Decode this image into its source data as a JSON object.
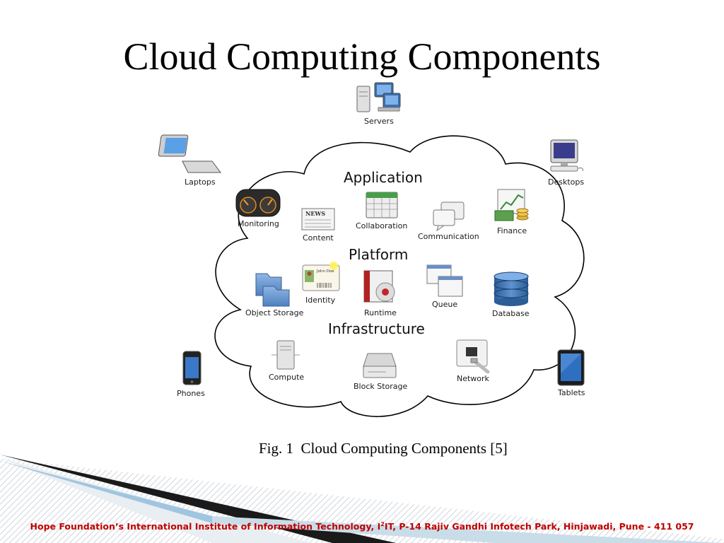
{
  "title": "Cloud Computing Components",
  "sections": {
    "application": "Application",
    "platform": "Platform",
    "infrastructure": "Infrastructure"
  },
  "devices": {
    "servers": "Servers",
    "laptops": "Laptops",
    "desktops": "Desktops",
    "phones": "Phones",
    "tablets": "Tablets"
  },
  "application_items": {
    "monitoring": "Monitoring",
    "content": "Content",
    "collaboration": "Collaboration",
    "communication": "Communication",
    "finance": "Finance"
  },
  "platform_items": {
    "object_storage": "Object Storage",
    "identity": "Identity",
    "identity_card_name": "John Doe",
    "runtime": "Runtime",
    "queue": "Queue",
    "database": "Database"
  },
  "infrastructure_items": {
    "compute": "Compute",
    "block_storage": "Block Storage",
    "network": "Network"
  },
  "content_icon_text": "NEWS",
  "caption": "Fig. 1  Cloud Computing Components [5]",
  "footer": {
    "prefix": "Hope Foundation’s International Institute of Information Technology, I",
    "sup": "2",
    "suffix": "IT, P-14 Rajiv Gandhi Infotech Park, Hinjawadi, Pune - 411 057"
  },
  "colors": {
    "footer_text": "#c00000",
    "title_text": "#000000",
    "stripe_dark": "#1a1a1a",
    "stripe_blue": "#9fc5e0"
  }
}
